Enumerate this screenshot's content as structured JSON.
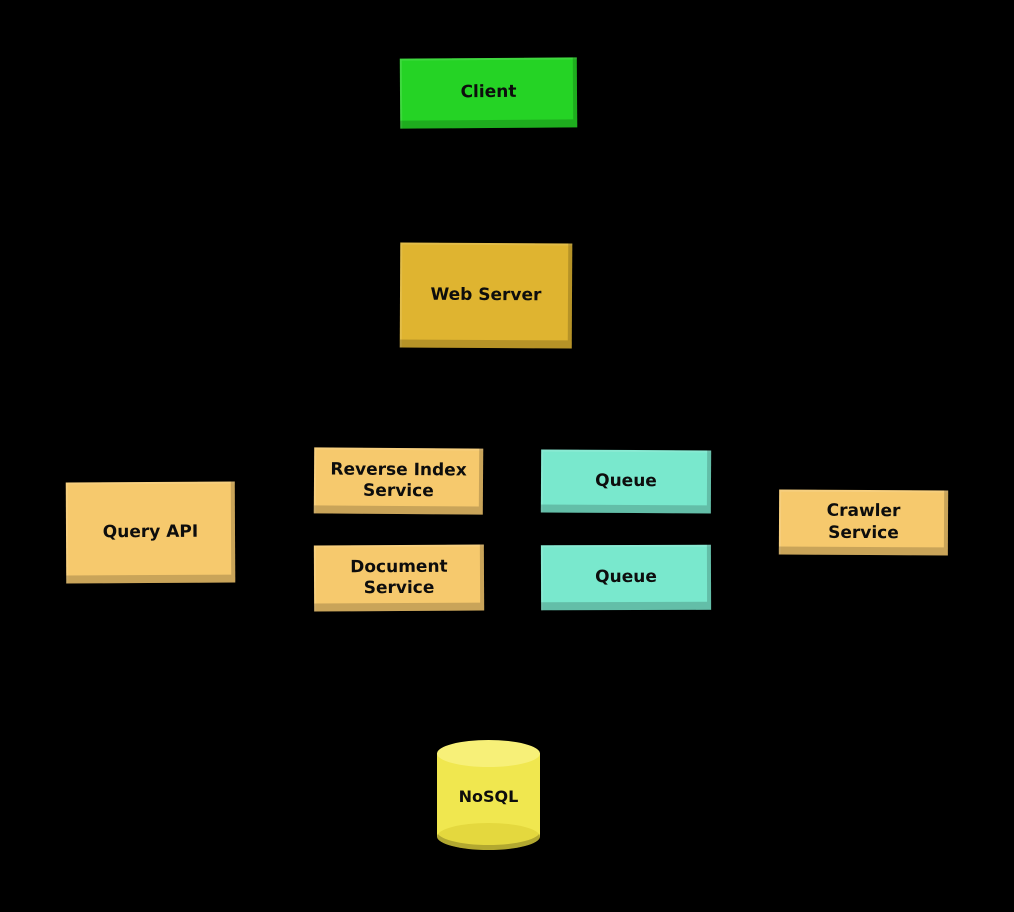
{
  "diagram": {
    "background_color": "#000000",
    "text_color": "#0d0d0d",
    "nodes": [
      {
        "id": "client",
        "label": "Client",
        "color": "#25d325",
        "shape": "rect"
      },
      {
        "id": "web-server",
        "label": "Web Server",
        "color": "#dfb430",
        "shape": "rect"
      },
      {
        "id": "query-api",
        "label": "Query API",
        "color": "#f6c96d",
        "shape": "rect"
      },
      {
        "id": "reverse-index-service",
        "label": "Reverse Index\nService",
        "color": "#f6c96d",
        "shape": "rect"
      },
      {
        "id": "document-service",
        "label": "Document\nService",
        "color": "#f6c96d",
        "shape": "rect"
      },
      {
        "id": "queue-upper",
        "label": "Queue",
        "color": "#79e8cd",
        "shape": "rect"
      },
      {
        "id": "queue-lower",
        "label": "Queue",
        "color": "#79e8cd",
        "shape": "rect"
      },
      {
        "id": "crawler-service",
        "label": "Crawler\nService",
        "color": "#f6c96d",
        "shape": "rect"
      },
      {
        "id": "nosql-database",
        "label": "NoSQL",
        "color": "#f0e74f",
        "color_top": "#f7f078",
        "color_bottom": "#e4d83e",
        "shape": "cylinder"
      }
    ]
  }
}
